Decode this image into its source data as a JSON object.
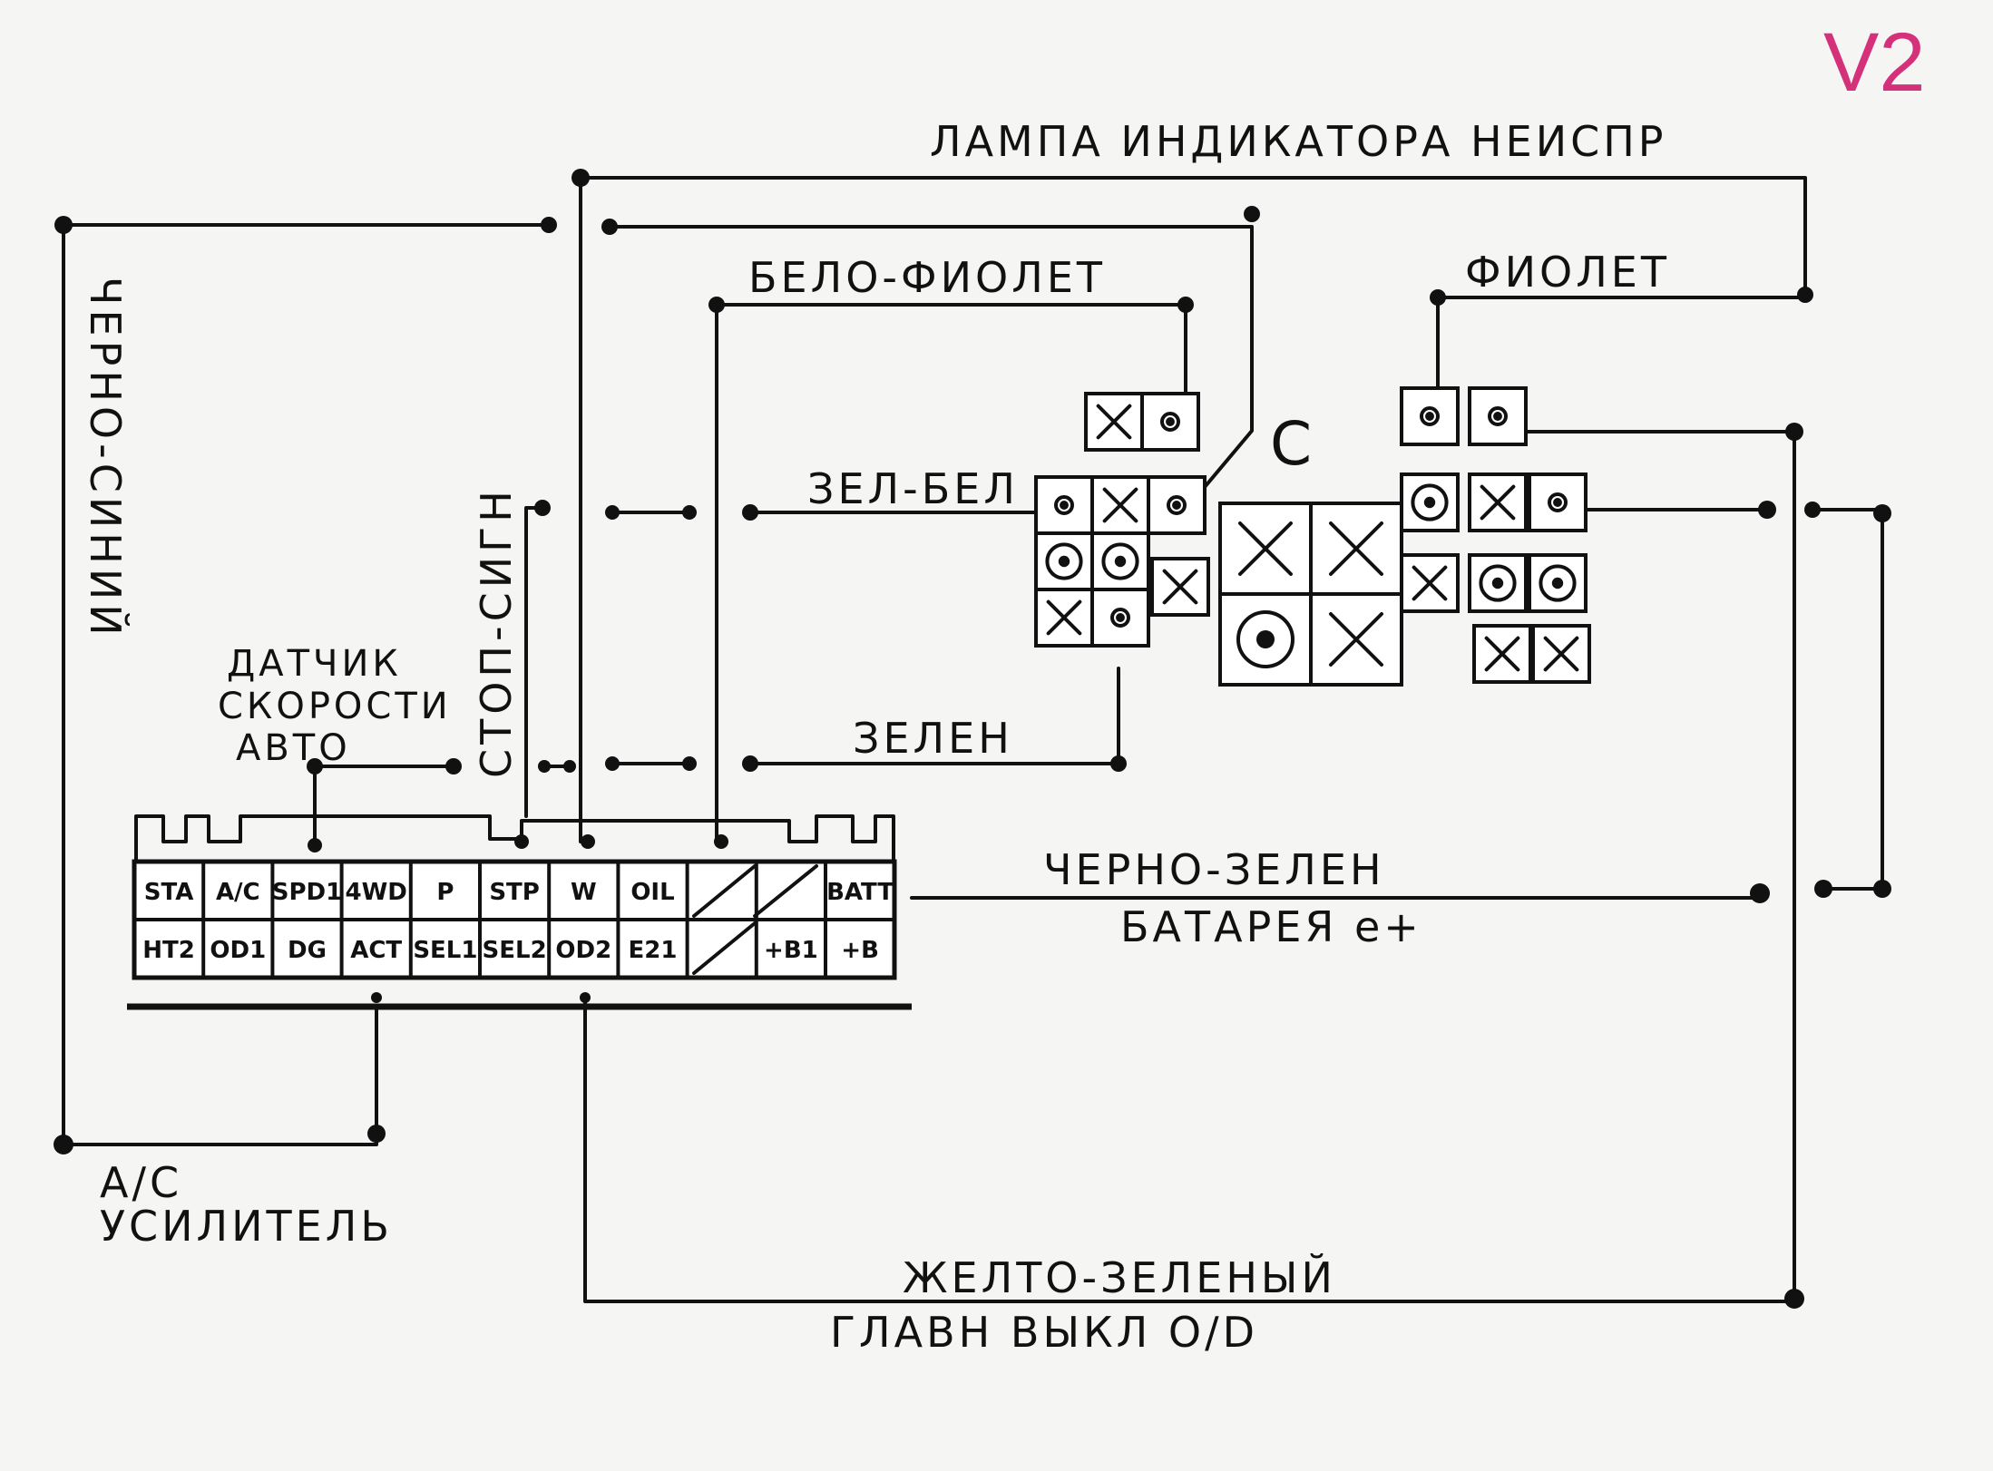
{
  "version": "V2",
  "colors": {
    "ink": "#111111",
    "version": "#d4317a",
    "paper": "#f5f5f3"
  },
  "labels": {
    "lamp": "ЛАМПА ИНДИКАТОРА НЕИСПР",
    "white_violet": "БЕЛО-ФИОЛЕТ",
    "violet": "ФИОЛЕТ",
    "green_white": "ЗЕЛ-БЕЛ",
    "green": "ЗЕЛЕН",
    "connector_c": "С",
    "black_blue": "ЧЕРНО-СИНИЙ",
    "brake": "СТОП-СИГН",
    "speed_sensor": [
      "ДАТЧИК",
      "СКОРОСТИ",
      "АВТО"
    ],
    "black_green": "ЧЕРНО-ЗЕЛЕН",
    "battery": "БАТАРЕЯ е+",
    "ac_amp": [
      "A/C",
      "УСИЛИТЕЛЬ"
    ],
    "yellow_green": "ЖЕЛТО-ЗЕЛЕНЫЙ",
    "od_switch": "ГЛАВН ВЫКЛ O/D"
  },
  "ecu_connector": {
    "top_row": [
      "STA",
      "A/C",
      "SPD1",
      "4WD",
      "P",
      "STP",
      "W",
      "OIL",
      "",
      "",
      "BATT"
    ],
    "bottom_row": [
      "HT2",
      "OD1",
      "DG",
      "ACT",
      "SEL1",
      "SEL2",
      "OD2",
      "E21",
      "",
      "+B1",
      "+B"
    ]
  }
}
